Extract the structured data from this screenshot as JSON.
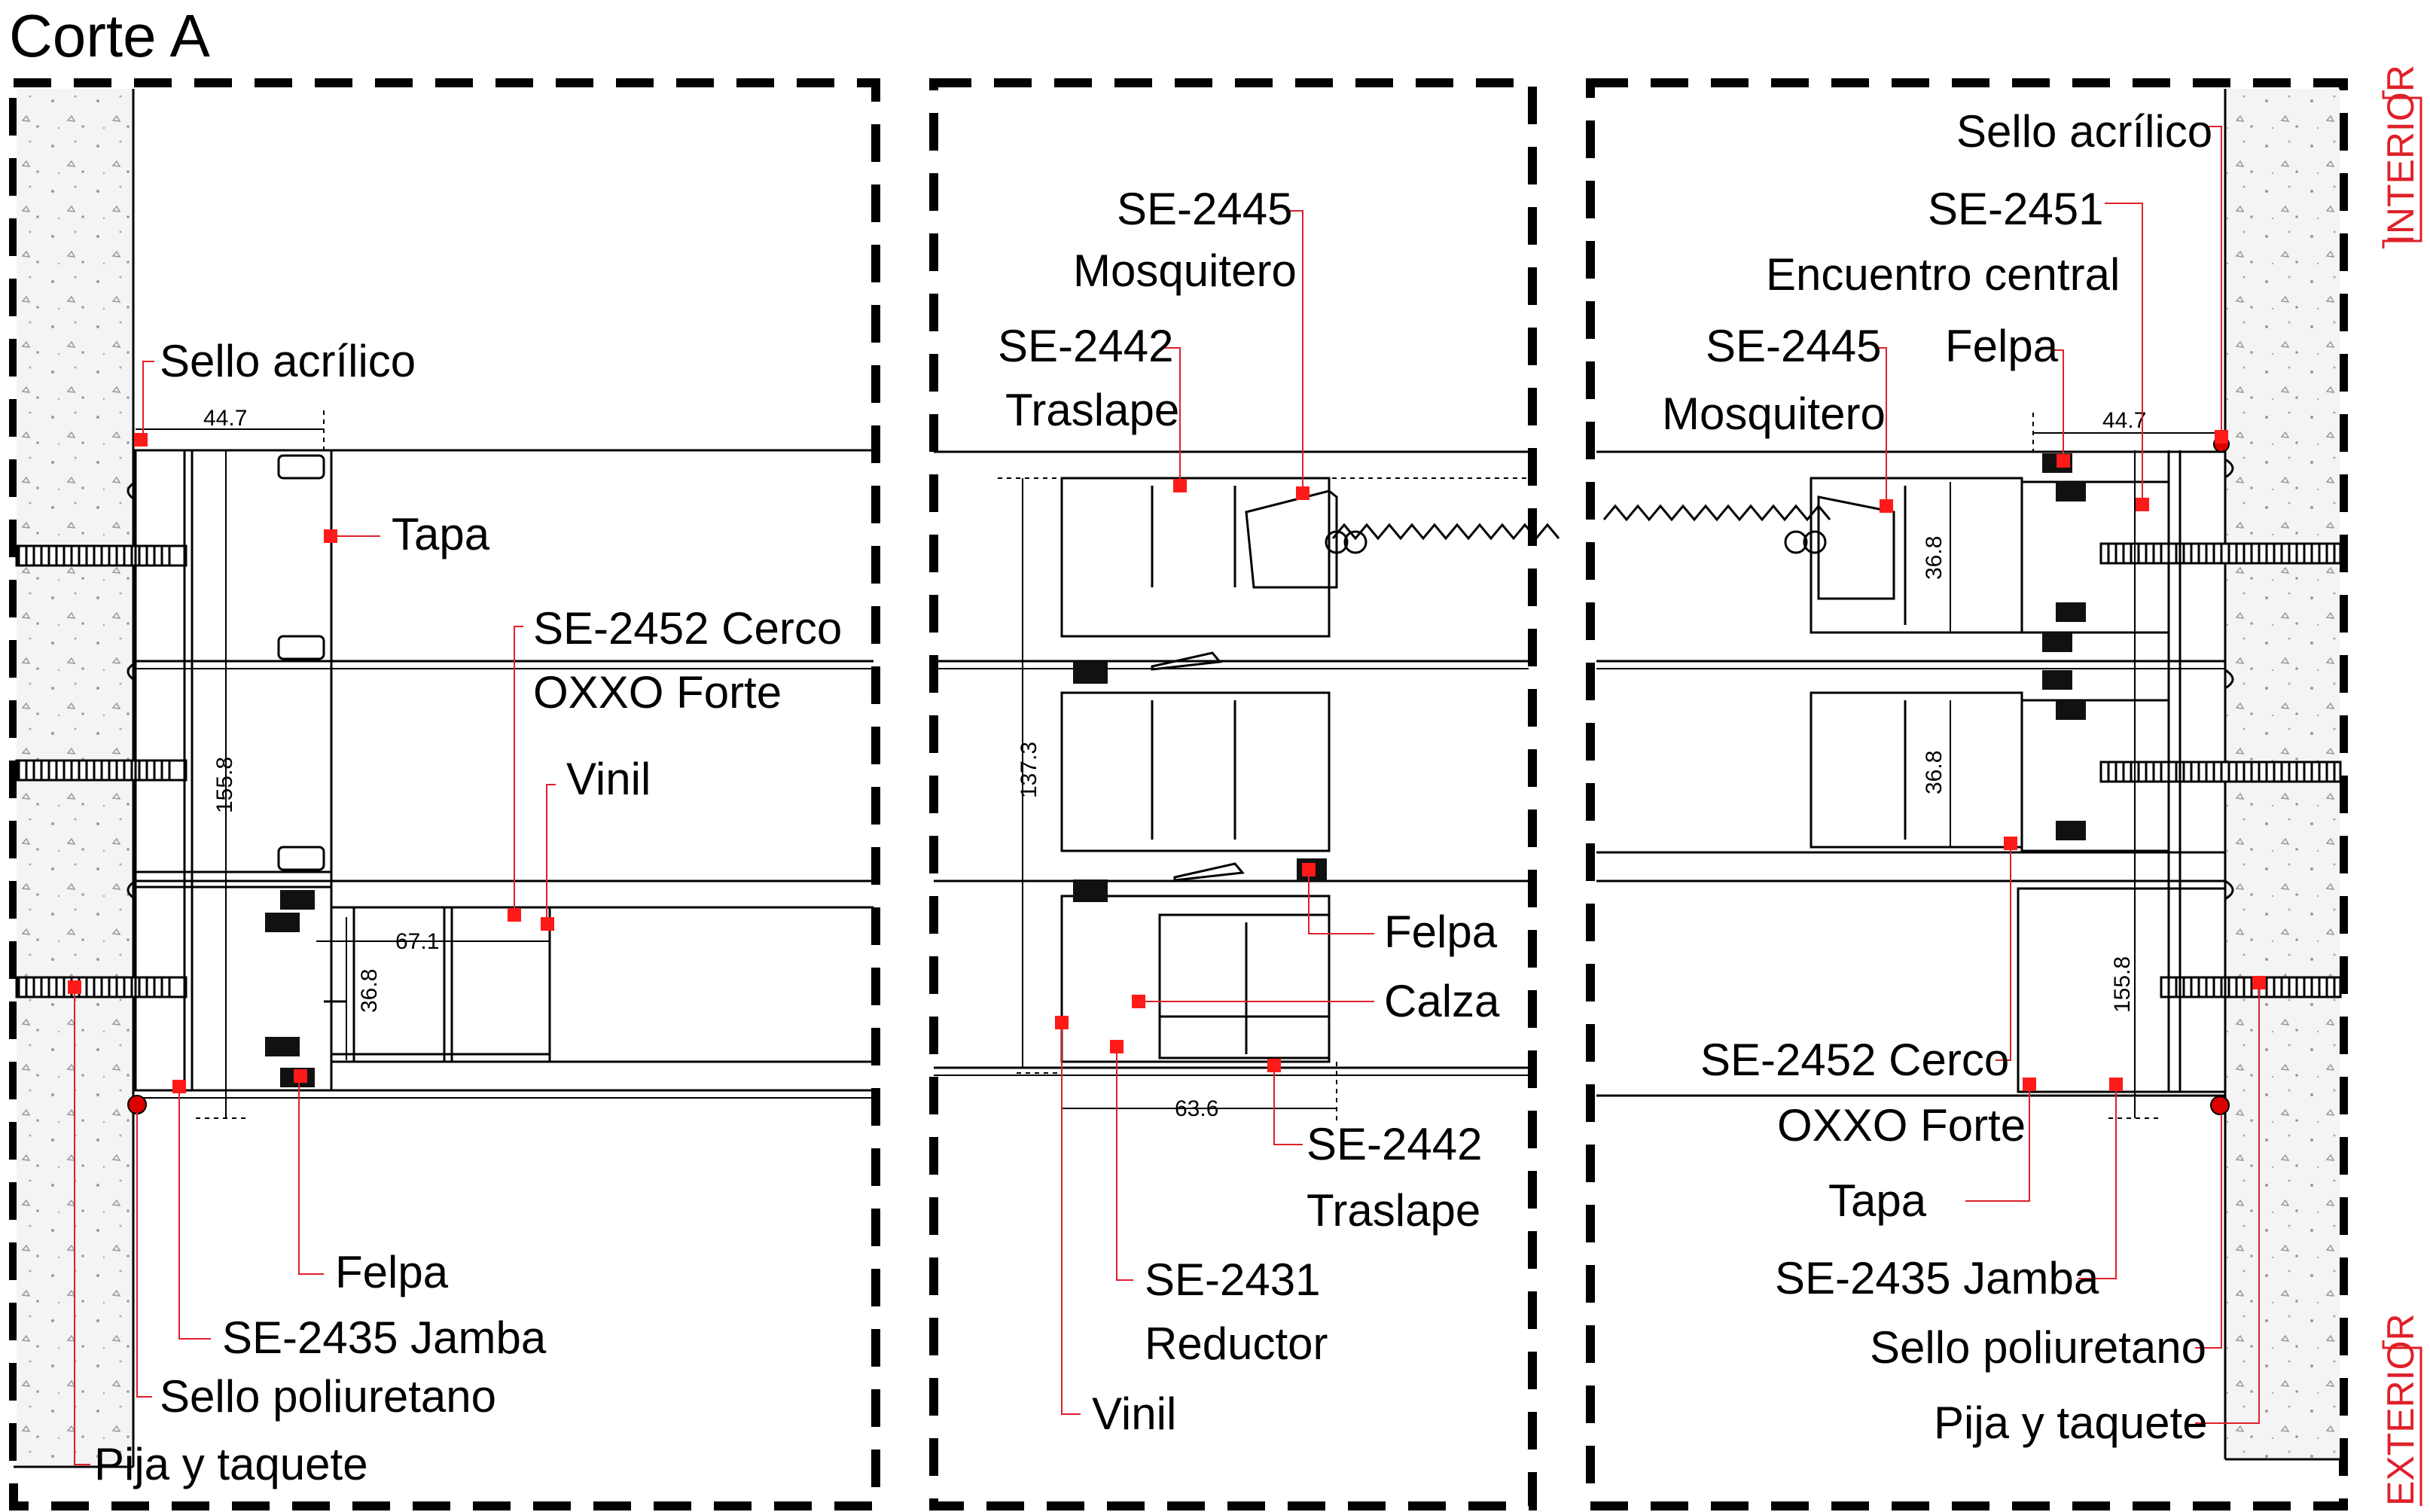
{
  "title": "Corte A",
  "side_labels": {
    "interior": "INTERIOR",
    "exterior": "EXTERIOR"
  },
  "colors": {
    "line": "#000000",
    "leader": "#e0202a",
    "marker": "#ff1a1a",
    "concrete": "#f2f2f2",
    "gasket": "#111111"
  },
  "panel_left": {
    "labels": {
      "sello_acrilico": "Sello acrílico",
      "tapa": "Tapa",
      "cerco_1": "SE-2452 Cerco",
      "cerco_2": "OXXO Forte",
      "vinil": "Vinil",
      "felpa": "Felpa",
      "jamba": "SE-2435 Jamba",
      "sello_poliuretano": "Sello poliuretano",
      "pija": "Pija y taquete"
    },
    "dims": {
      "width_top": "44.7",
      "height": "155.8",
      "width_mid": "67.1",
      "height_small": "36.8"
    }
  },
  "panel_mid": {
    "labels": {
      "mosq_code": "SE-2445",
      "mosq_name": "Mosquitero",
      "traslape_top_code": "SE-2442",
      "traslape_top_name": "Traslape",
      "felpa": "Felpa",
      "calza": "Calza",
      "traslape_bot_code": "SE-2442",
      "traslape_bot_name": "Traslape",
      "reductor_code": "SE-2431",
      "reductor_name": "Reductor",
      "vinil": "Vinil"
    },
    "dims": {
      "height": "137.3",
      "width": "63.6"
    }
  },
  "panel_right": {
    "labels": {
      "sello_acrilico": "Sello acrílico",
      "encuentro_code": "SE-2451",
      "encuentro_name": "Encuentro central",
      "mosq_code": "SE-2445",
      "mosq_name": "Mosquitero",
      "felpa": "Felpa",
      "cerco_1": "SE-2452 Cerco",
      "cerco_2": "OXXO Forte",
      "tapa": "Tapa",
      "jamba": "SE-2435 Jamba",
      "sello_poliuretano": "Sello poliuretano",
      "pija": "Pija y taquete"
    },
    "dims": {
      "width_top": "44.7",
      "height_a": "36.8",
      "height_b": "36.8",
      "height": "155.8"
    }
  }
}
